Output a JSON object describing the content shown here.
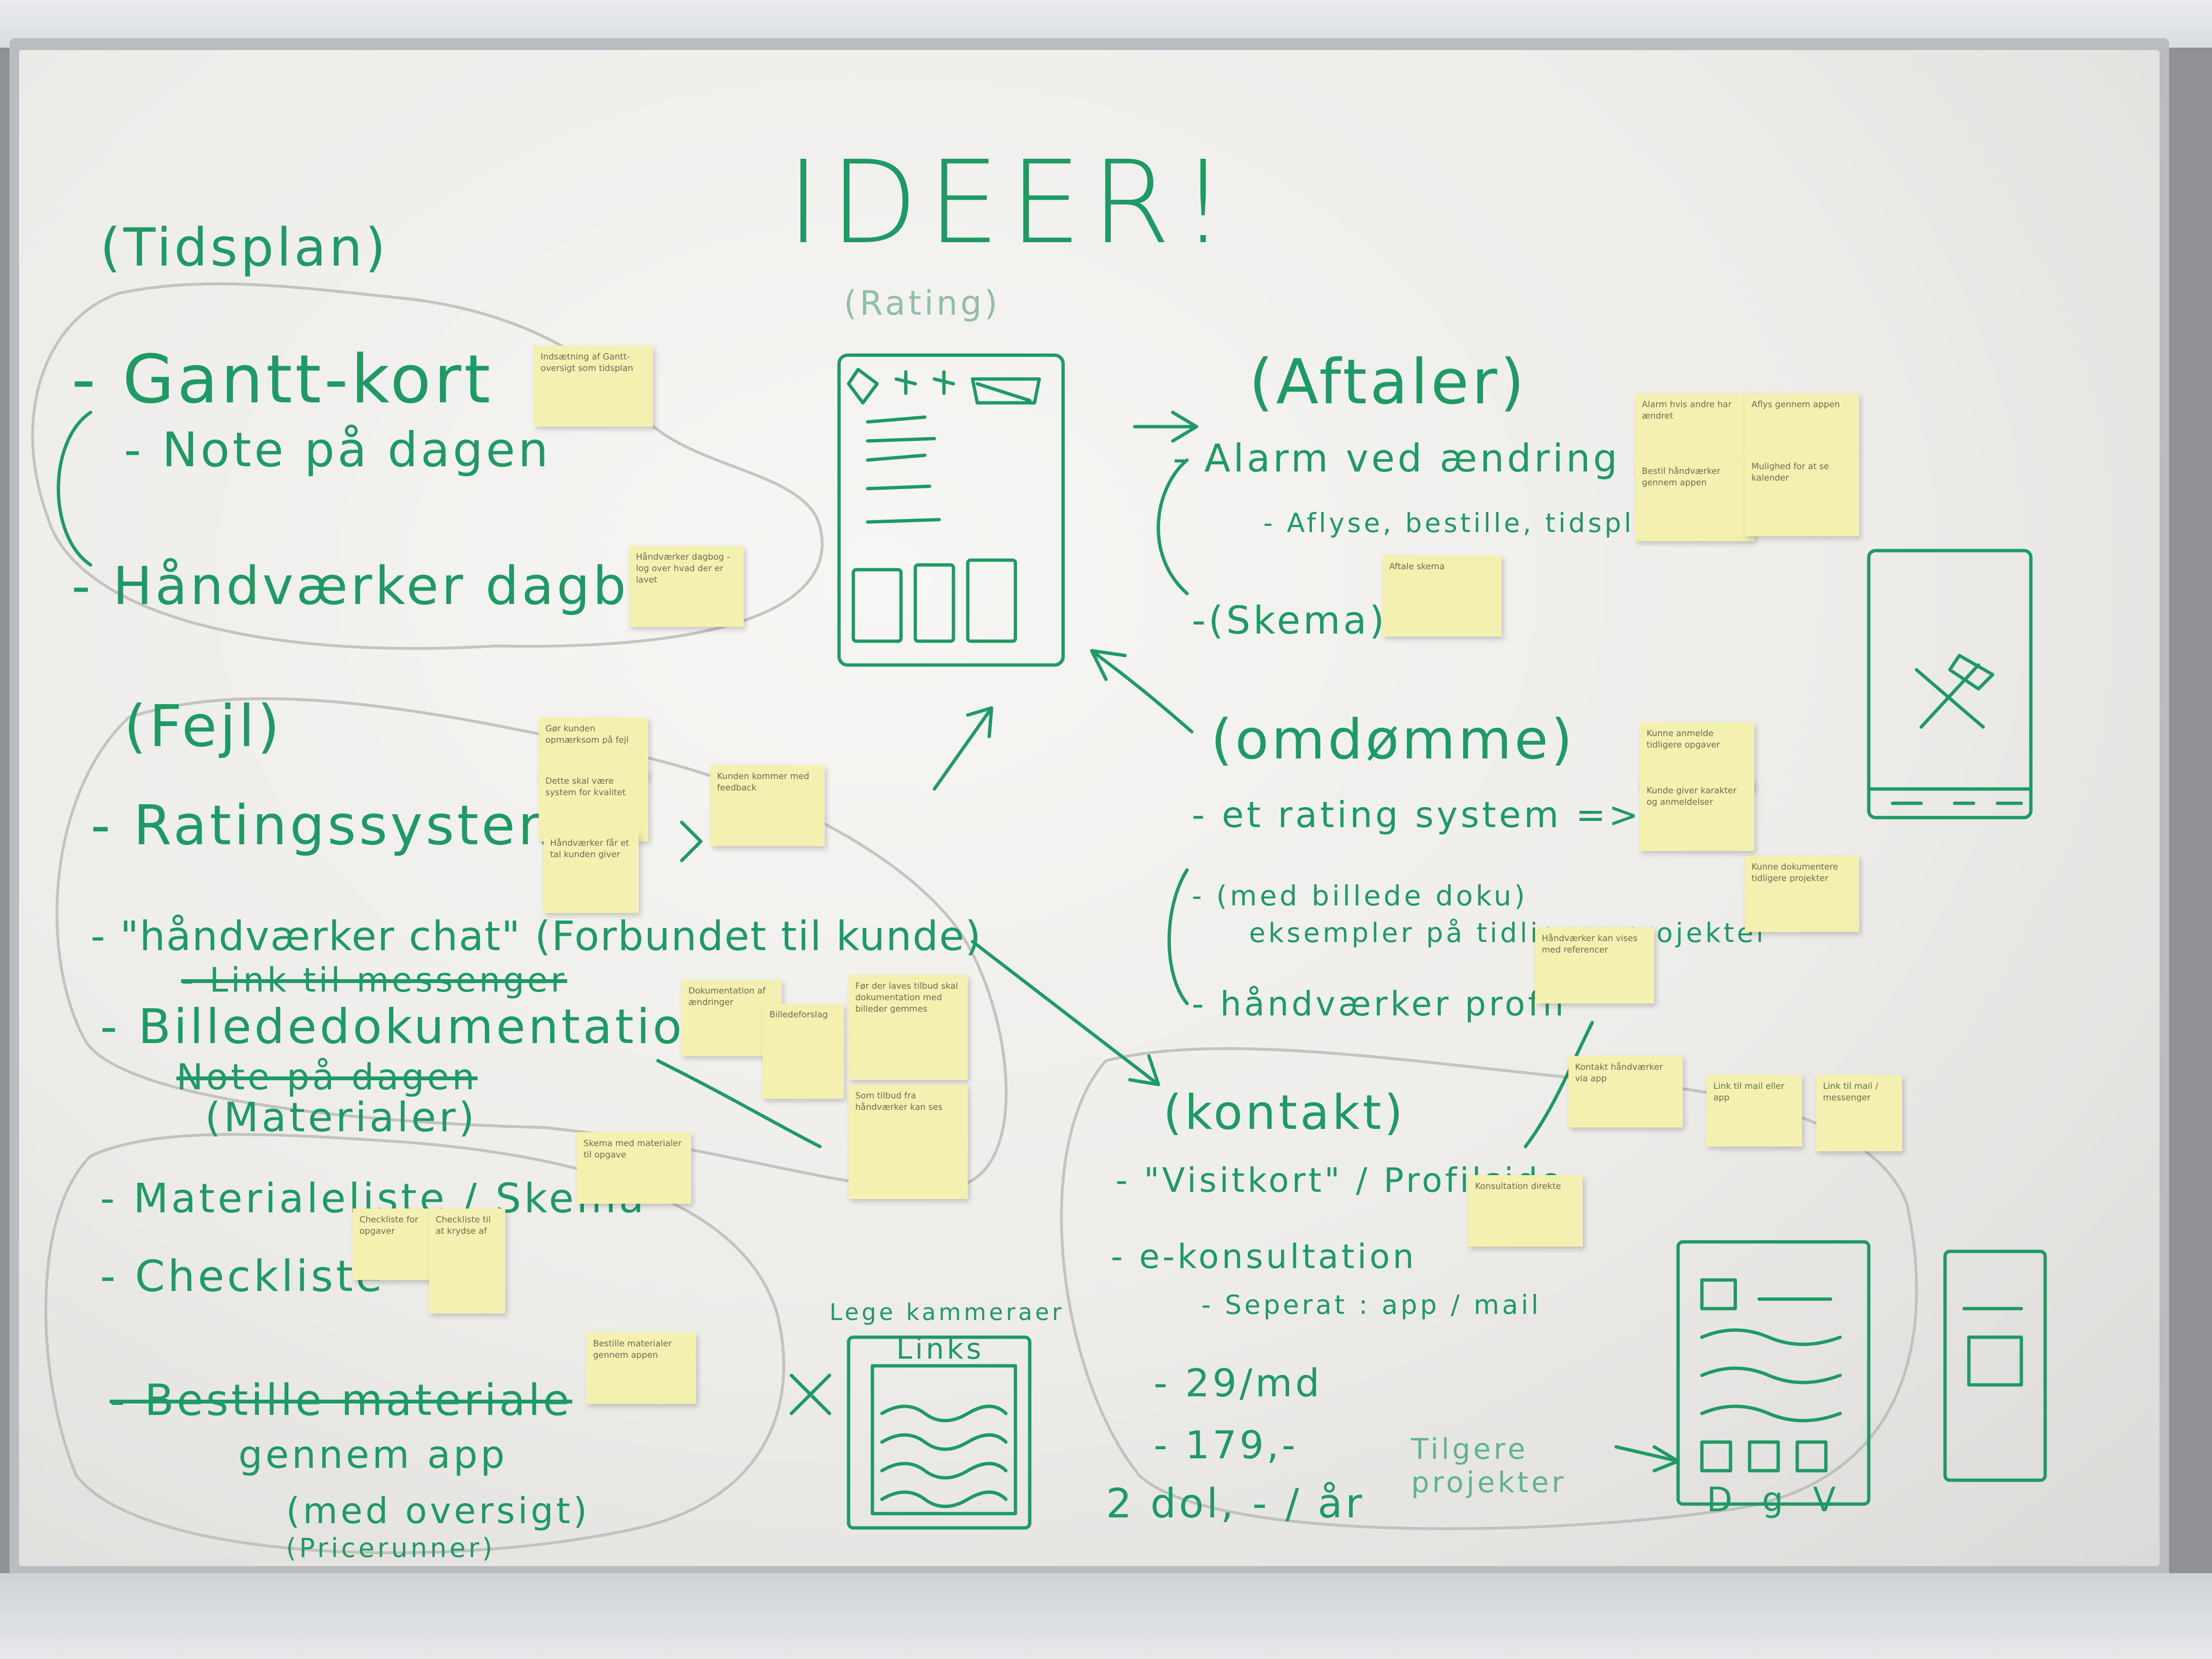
{
  "board": {
    "title": "IDEER!",
    "ink_color": "#1e9a64",
    "note_color": "#f3f0b0",
    "left": {
      "tidsplan": {
        "heading": "(Tidsplan)",
        "item1": "- Gantt-kort",
        "item1_sub": "- Note på dagen",
        "item2": "- Håndværker dagbog"
      },
      "fejl": {
        "heading": "(Fejl)",
        "item1": "- Ratingssystem",
        "item2": "- \"håndværker chat\" (Forbundet til kunde)",
        "item2_struck": "- Link til messenger",
        "item3": "- Billededokumentation",
        "item3_struck": "Note på dagen"
      },
      "materialer": {
        "heading": "(Materialer)",
        "item1": "- Materialeliste / Skema",
        "item2": "- Checkliste",
        "item3_struck": "- Bestille materiale",
        "item3_cont": "gennem app",
        "item3_sub": "(med oversigt)",
        "item3_sub2": "(Pricerunner)"
      }
    },
    "center": {
      "rating_label": "(Rating)",
      "links_label": "Lege kammeraer",
      "links_inner": "Links"
    },
    "right": {
      "aftaler": {
        "heading": "(Aftaler)",
        "item1": "- Alarm ved ændring",
        "item1_sub": "- Aflyse, bestille, tidsplan",
        "item2": "-(Skema)"
      },
      "omdomme": {
        "heading": "(omdømme)",
        "item1": "- et rating system =>",
        "item2": "- (med billede doku)",
        "item2_sub": "eksempler på tidligere projekter",
        "item3": "- håndværker profil"
      },
      "kontakt": {
        "heading": "(kontakt)",
        "item1": "- \"Visitkort\" / Profilside",
        "item2": "- e-konsultation",
        "item2_sub": "- Seperat : app / mail",
        "price1": "- 29/md",
        "price2": "- 179,-",
        "price3": "2 dol, - / år",
        "tidligere": "Tilgere projekter",
        "phone_letters": "D g V"
      }
    },
    "sticky_notes": [
      "Indsætning af Gantt-oversigt som tidsplan",
      "Håndværker dagbog - log over hvad der er lavet",
      "Gør kunden opmærksom på fejl",
      "Dette skal være system for kvalitet",
      "Håndværker får et tal kunden giver",
      "Kunden kommer med feedback",
      "Dokumentation af ændringer",
      "Billedeforslag",
      "Før der laves tilbud skal dokumentation med billeder gemmes",
      "Som tilbud fra håndværker kan ses",
      "Skema med materialer til opgave",
      "Checkliste for opgaver",
      "Checkliste til at krydse af",
      "Bestille materialer gennem appen",
      "Alarm hvis andre har ændret",
      "Aflys gennem appen",
      "Bestil håndværker gennem appen",
      "Mulighed for at se kalender",
      "Aftale skema",
      "Kunne anmelde tidligere opgaver",
      "Kunde giver karakter og anmeldelser",
      "Kunne dokumentere tidligere projekter",
      "Håndværker kan vises med referencer",
      "Kontakt håndværker via app",
      "Link til mail eller app",
      "Link til mail / messenger",
      "Konsultation direkte"
    ]
  }
}
